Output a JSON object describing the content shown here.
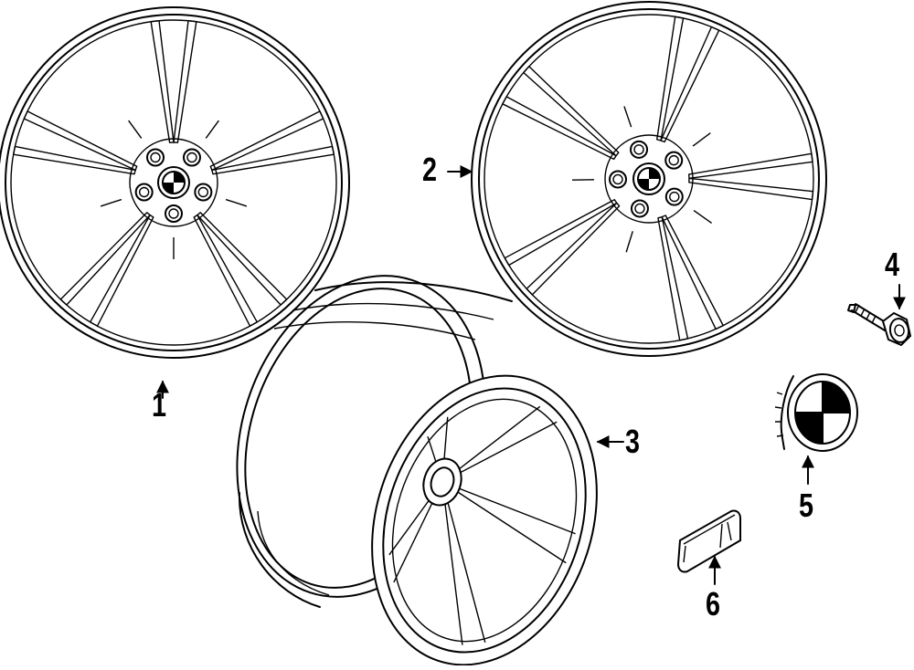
{
  "callouts": [
    {
      "id": "1",
      "label": "1"
    },
    {
      "id": "2",
      "label": "2"
    },
    {
      "id": "3",
      "label": "3"
    },
    {
      "id": "4",
      "label": "4"
    },
    {
      "id": "5",
      "label": "5"
    },
    {
      "id": "6",
      "label": "6"
    }
  ],
  "parts": {
    "wheel_front_a": {
      "spokes": 10,
      "lugs": 5
    },
    "wheel_front_b": {
      "spokes": 10,
      "lugs": 5
    },
    "wheel_angled": {
      "spokes": 10
    }
  },
  "colors": {
    "line": "#000000",
    "background": "#ffffff"
  }
}
